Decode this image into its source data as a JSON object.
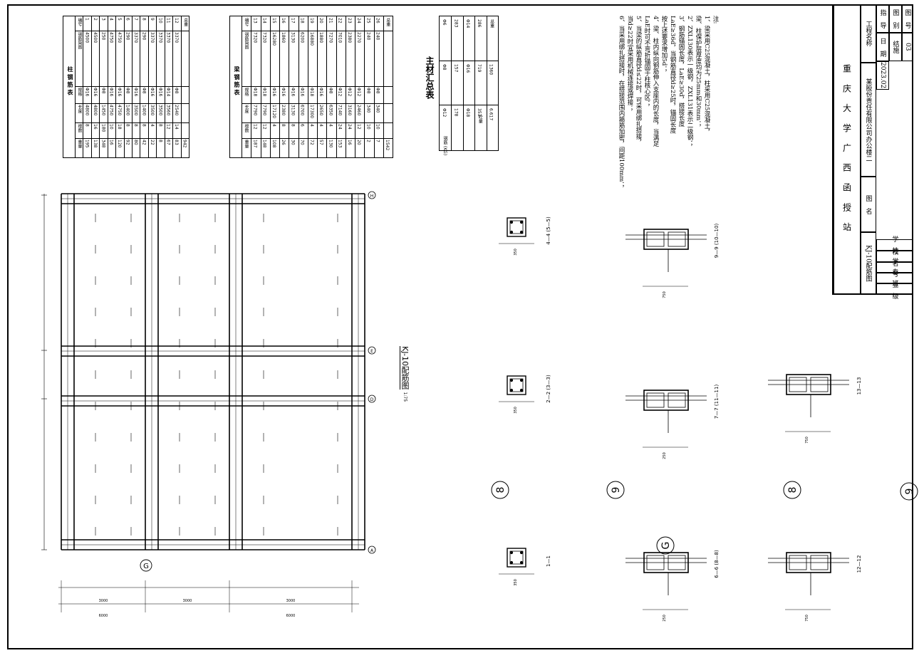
{
  "title_block": {
    "school": "重 庆 大 学 广 西 函 授 站",
    "project_label": "工程名称",
    "project_name": "某股份责任有限公司办公楼二",
    "drawing_label": "图　名",
    "drawing_name": "KJ-10配筋图",
    "instructor_label": "指　导",
    "date_label": "日　期",
    "date_value": "2023.02",
    "category_label": "图　别",
    "category_value": "结施",
    "number_label": "图　号",
    "number_value": "03",
    "school_row": "学　校",
    "name_row": "姓　名",
    "id_row": "学　号",
    "major_row": "专　业",
    "class_row": "班　级"
  },
  "column_rebar_table": {
    "title": "柱 钢 筋 表",
    "headers": [
      "编号",
      "钢筋简图",
      "规格",
      "长度",
      "根数",
      "重量"
    ],
    "total_label": "总重",
    "total_value": "942",
    "rows": [
      [
        "1",
        "4500",
        "Φ16",
        "4800",
        "8",
        "195"
      ],
      [
        "2",
        "4500",
        "Φ16",
        "4800",
        "16",
        "138"
      ],
      [
        "3",
        "250",
        "Φ8",
        "1450",
        "180",
        "348"
      ],
      [
        "4",
        "4750",
        "Φ16",
        "4750",
        "10",
        "16"
      ],
      [
        "5",
        "4750",
        "Φ16",
        "4750",
        "18",
        "120"
      ],
      [
        "6",
        "290",
        "Φ8",
        "1400",
        "8",
        "92"
      ],
      [
        "7",
        "3370",
        "Φ16",
        "3500",
        "8",
        "80"
      ],
      [
        "8",
        "290",
        "Φ8",
        "1400",
        "8",
        "42"
      ],
      [
        "9",
        "3370",
        "Φ16",
        "3500",
        "4",
        "22"
      ],
      [
        "10",
        "3370",
        "Φ16",
        "3500",
        "8",
        "8"
      ],
      [
        "11",
        "3370",
        "Φ14",
        "3560",
        "12",
        "67"
      ],
      [
        "12",
        "3370",
        "Φ8",
        "2540",
        "14",
        "83"
      ]
    ]
  },
  "beam_rebar_table": {
    "title": "梁 钢 筋 表",
    "headers": [
      "编号",
      "钢筋简图",
      "规格",
      "长度",
      "根数",
      "重量"
    ],
    "total_label": "总重",
    "total_value": "1542",
    "rows": [
      [
        "13",
        "7320",
        "Φ18",
        "7790",
        "12",
        "187"
      ],
      [
        "14",
        "7320",
        "Φ18",
        "7790",
        "12",
        "148"
      ],
      [
        "15",
        "16280",
        "Φ16",
        "17120",
        "4",
        "108"
      ],
      [
        "16",
        "1860",
        "Φ16",
        "2380",
        "8",
        "26"
      ],
      [
        "17",
        "3130",
        "Φ16",
        "3130",
        "8",
        "30"
      ],
      [
        "18",
        "6200",
        "Φ16",
        "6700",
        "6",
        "70"
      ],
      [
        "19",
        "16880",
        "Φ18",
        "17300",
        "4",
        "72"
      ],
      [
        "20",
        "1880",
        "Φ16",
        "2650",
        "4",
        "57"
      ],
      [
        "21",
        "7270",
        "Φ8",
        "6350",
        "4",
        "130"
      ],
      [
        "22",
        "7010",
        "Φ12",
        "7140",
        "24",
        "153"
      ],
      [
        "23",
        "2380",
        "Φ12",
        "3160",
        "24",
        "16"
      ],
      [
        "24",
        "2270",
        "Φ12",
        "2460",
        "12",
        "20"
      ],
      [
        "25",
        "240",
        "Φ8",
        "340",
        "10",
        "2"
      ],
      [
        "26",
        "240",
        "Φ8",
        "340",
        "10",
        "7"
      ]
    ]
  },
  "material_table": {
    "title": "主材汇总表",
    "headers": [
      "Φ6",
      "Φ8",
      "Φ12"
    ],
    "rows": [
      [
        "283",
        "157",
        "178"
      ],
      [
        "Φ14",
        "Φ16",
        "Φ18"
      ],
      [
        "286",
        "719",
        "353"
      ]
    ],
    "row_label": "钢筋 (KG)",
    "total_label": "总重",
    "total_value": "1360",
    "concrete_label": "砼量",
    "concrete_value": "6.617"
  },
  "notes": {
    "heading": "注:",
    "lines": [
      "1、梁采用C25混凝土，柱采用C25混凝土，",
      "   梁、柱保护层厚度均为25mm和30mm；",
      "2、ZXL130表示一级钢，ZXL131表示二级钢；",
      "3、钢筋锚固长度，LaE≥30d，搭接长度",
      "   LaE≥36d，当钢筋直径d≥25时，锚固长度",
      "   按上述要求增加5d；",
      "4、梁、柱内纵向钢筋伸入支座内的长度，当满足",
      "   LaE时可不弯折锚固于柱核心区；",
      "5、当梁的纵筋直径d≤22时，可采用绑扎搭接，",
      "   当d≥22时宜采用机械连接或焊接；",
      "6、当采用绑扎搭接时，在搭接范围内箍筋加密，间距100mm；"
    ]
  },
  "elevation": {
    "title": "KJ-10配筋图",
    "scale": "1:75",
    "axis_labels": [
      "H",
      "E",
      "D",
      "A"
    ],
    "axis_label_bottom": "G",
    "bottom_axis": "G",
    "dims_bottom": [
      "3000",
      "3000",
      "3000"
    ],
    "bottom_spans": [
      "6000",
      "6000"
    ]
  },
  "sections": [
    {
      "name": "4—4  (5—5)",
      "size": "350"
    },
    {
      "name": "2—2  (3—3)",
      "size": "350"
    },
    {
      "name": "1—1",
      "size": "350"
    },
    {
      "name": "9—9  (10—10)",
      "size": "750"
    },
    {
      "name": "7—7  (11—11)",
      "size": "250"
    },
    {
      "name": "6—6  (8—8)",
      "size": "250"
    },
    {
      "name": "13—13",
      "size": "750"
    },
    {
      "name": "12—12",
      "size": "750"
    }
  ],
  "circled_marks": [
    "8",
    "9",
    "G",
    "8",
    "9"
  ]
}
